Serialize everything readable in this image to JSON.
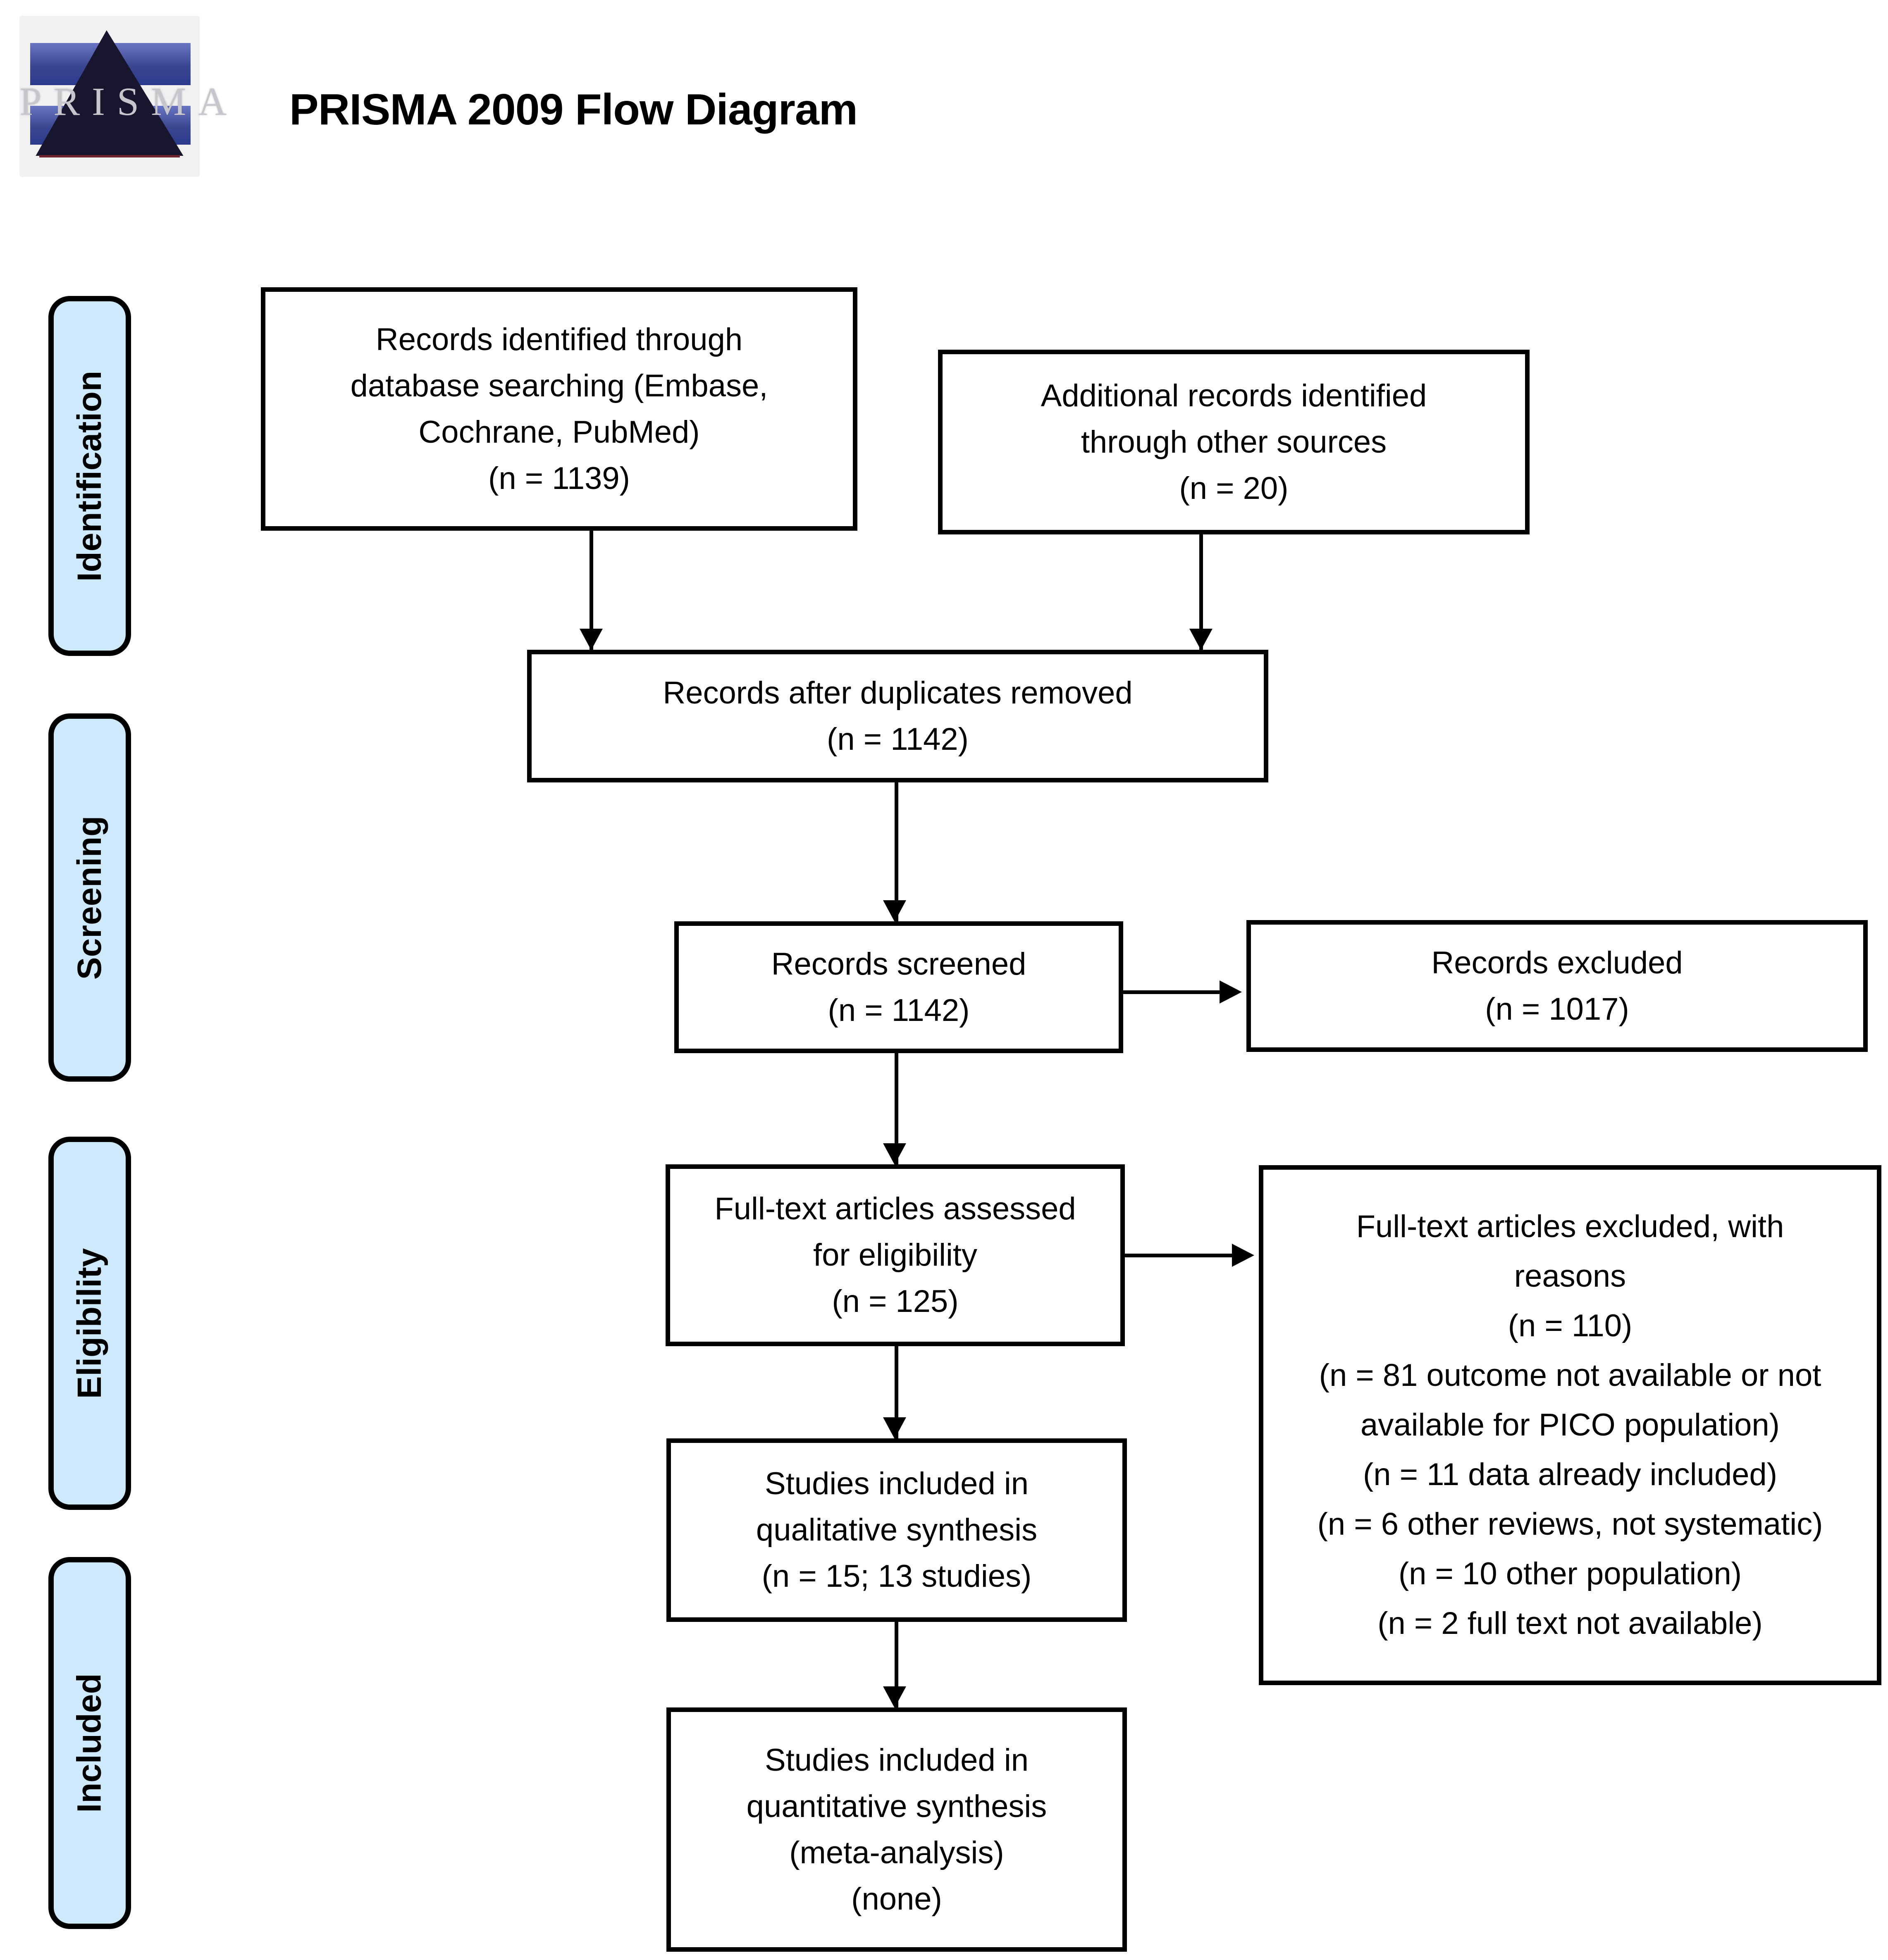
{
  "header": {
    "title": "PRISMA 2009 Flow Diagram",
    "logo_text": "PRISMA"
  },
  "colors": {
    "stage_fill": "#cee9fb",
    "box_fill": "#ffffff",
    "line": "#000000",
    "logo_blue": "#3a478f",
    "logo_triangle": "#18162e",
    "logo_maroon": "#6d2330",
    "logo_background": "#f1f1f1"
  },
  "stages": [
    {
      "label": "Identification"
    },
    {
      "label": "Screening"
    },
    {
      "label": "Eligibility"
    },
    {
      "label": "Included"
    }
  ],
  "boxes": [
    {
      "name": "records-identified",
      "text": "Records identified through\ndatabase searching (Embase,\nCochrane, PubMed)\n(n = 1139)"
    },
    {
      "name": "additional-records",
      "text": "Additional records identified\nthrough other sources\n(n = 20)"
    },
    {
      "name": "records-after-duplicates",
      "text": "Records after duplicates removed\n(n = 1142)"
    },
    {
      "name": "records-screened",
      "text": "Records screened\n(n = 1142)"
    },
    {
      "name": "records-excluded",
      "text": "Records excluded\n(n =  1017)"
    },
    {
      "name": "fulltext-assessed",
      "text": "Full-text articles assessed\nfor eligibility\n(n = 125)"
    },
    {
      "name": "fulltext-excluded",
      "text": "Full-text articles excluded, with\nreasons\n(n = 110)\n(n = 81 outcome not available or not\navailable for PICO population)\n(n = 11 data already included)\n(n = 6 other reviews, not systematic)\n(n = 10 other population)\n(n = 2 full text not available)"
    },
    {
      "name": "qualitative-synthesis",
      "text": "Studies included in\nqualitative synthesis\n(n = 15; 13 studies)"
    },
    {
      "name": "quantitative-synthesis",
      "text": "Studies included in\nquantitative synthesis\n(meta-analysis)\n(none)"
    }
  ]
}
